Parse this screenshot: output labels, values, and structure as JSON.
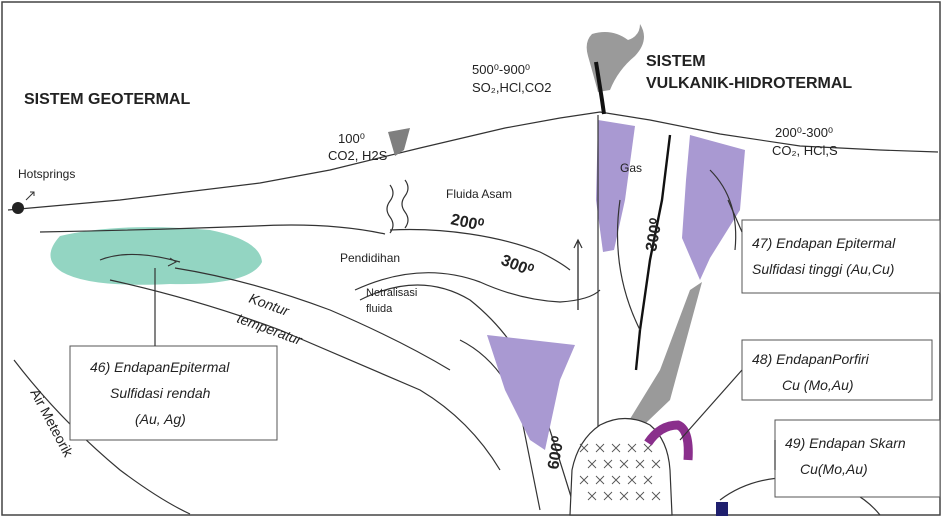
{
  "titles": {
    "geothermal": "SISTEM GEOTERMAL",
    "volcanic_line1": "SISTEM",
    "volcanic_line2": "VULKANIK-HIDROTERMAL"
  },
  "temperatures": {
    "vent_temp": "500⁰-900⁰",
    "vent_gases": "SO₂,HCl,CO2",
    "fumarole_temp": "100⁰",
    "fumarole_gases": "CO2, H2S",
    "right_temp": "200⁰-300⁰",
    "right_gases": "CO₂, HCl,S"
  },
  "labels": {
    "hotsprings": "Hotsprings",
    "fluida_asam": "Fluida Asam",
    "pendidihan": "Pendidihan",
    "netralisasi_1": "Netralisasi",
    "netralisasi_2": "fluida",
    "kontur": "Kontur",
    "temperatur": "temperatur",
    "air_meteorik": "Air Meteorik",
    "gas": "Gas"
  },
  "isotherms": {
    "t200": "200⁰",
    "t300": "300⁰",
    "t300b": "300⁰",
    "t600": "600⁰"
  },
  "boxes": {
    "box46": [
      "46) EndapanEpitermal",
      "Sulfidasi rendah",
      "(Au, Ag)"
    ],
    "box47": [
      "47) Endapan Epitermal",
      "Sulfidasi tinggi (Au,Cu)"
    ],
    "box48": [
      "48)  EndapanPorfiri",
      "Cu (Mo,Au)"
    ],
    "box49": [
      "49) Endapan Skarn",
      "Cu(Mo,Au)"
    ]
  },
  "colors": {
    "low_sulfidation": "#93d5c2",
    "high_sulfidation": "#a999d2",
    "skarn": "#8a2f8c",
    "volcano_plume": "#9a9a9a"
  }
}
